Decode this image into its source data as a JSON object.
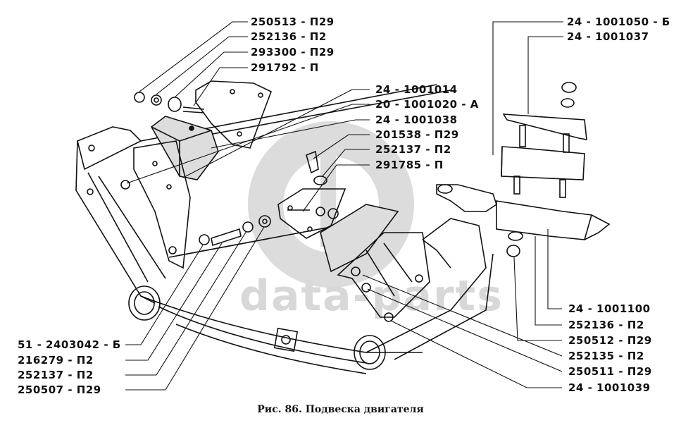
{
  "figure": {
    "caption": "Рис. 86. Подвеска двигателя",
    "watermark": "data-parts",
    "watermark_logo": "db-logo-icon"
  },
  "labels": {
    "top_left": [
      "250513 - П29",
      "252136 - П2",
      "293300 - П29",
      "291792 - П"
    ],
    "top_center": [
      "24 - 1001014",
      "20 - 1001020 - А",
      "24 - 1001038",
      "201538 - П29",
      "252137 - П2",
      "291785 - П"
    ],
    "top_right": [
      "24 - 1001050 - Б",
      "24 - 1001037"
    ],
    "bottom_left": [
      "51 - 2403042 - Б",
      "216279 - П2",
      "252137 - П2",
      "250507 - П29"
    ],
    "bottom_right": [
      "24 - 1001100",
      "252136 - П2",
      "250512 - П29",
      "252135 - П2",
      "250511 - П29",
      "24 - 1001039"
    ]
  }
}
